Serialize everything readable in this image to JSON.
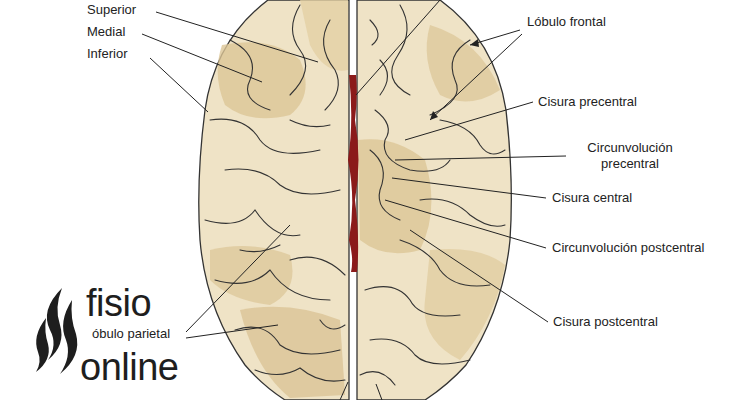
{
  "diagram": {
    "labels": [
      "Superior",
      "Medial",
      "Inferior",
      "Lóbulo frontal",
      "Cisura precentral",
      "Circunvolución precentral",
      "Cisura central",
      "Circunvolución postcentral",
      "Cisura postcentral",
      "óbulo parietal",
      "fisio",
      "online"
    ]
  }
}
